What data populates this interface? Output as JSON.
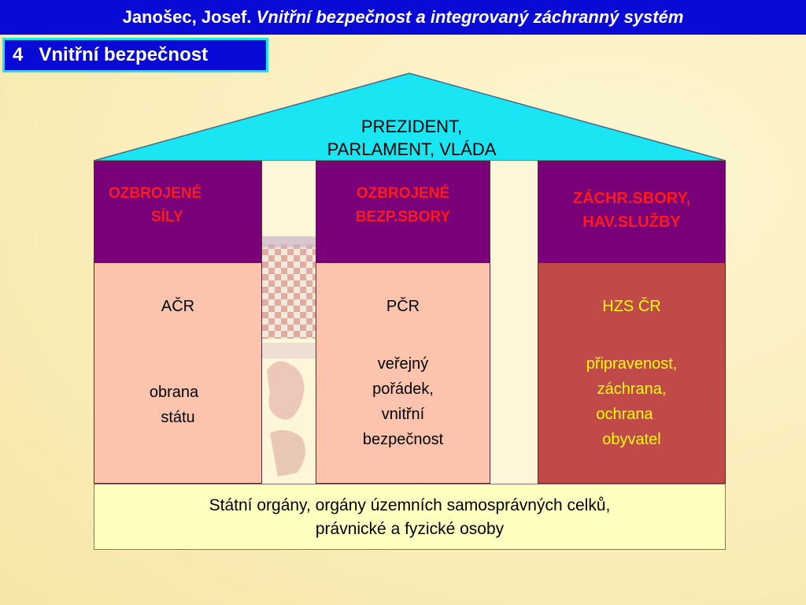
{
  "header": {
    "author": "Janošec, Josef.",
    "title": "Vnitřní bezpečnost a integrovaný záchranný systém"
  },
  "section": {
    "number": "4",
    "label": "Vnitřní bezpečnost"
  },
  "roof": {
    "line1": "PREZIDENT,",
    "line2": "PARLAMENT, VLÁDA"
  },
  "columns": [
    {
      "head_line1": "OZBROJENÉ",
      "head_line2": "SÍLY",
      "body_title": "AČR",
      "body_lines": [
        "obrana",
        "státu"
      ]
    },
    {
      "head_line1": "OZBROJENÉ",
      "head_line2": "BEZP.SBORY",
      "body_title": "PČR",
      "body_lines": [
        "veřejný",
        "pořádek,",
        "vnitřní",
        "bezpečnost"
      ]
    },
    {
      "head_line1": "ZÁCHR.SBORY,",
      "head_line2": "HAV.SLUŽBY",
      "body_title": "HZS ČR",
      "body_lines": [
        "připravenost,",
        "záchrana,",
        "ochrana",
        "obyvatel"
      ]
    }
  ],
  "base": {
    "line1": "Státní orgány, orgány územních samosprávných celků,",
    "line2": "právnické a fyzické osoby"
  },
  "colors": {
    "title_bg": "#0a0ad6",
    "roof_fill": "#19e6f2",
    "column_head": "#7a007a",
    "column_head_text": "#ff1a1a",
    "column_body_light": "#fcc4ad",
    "column_body_dark": "#c04a48",
    "dark_body_text": "#ffff00",
    "base_fill": "#ffffc0"
  }
}
